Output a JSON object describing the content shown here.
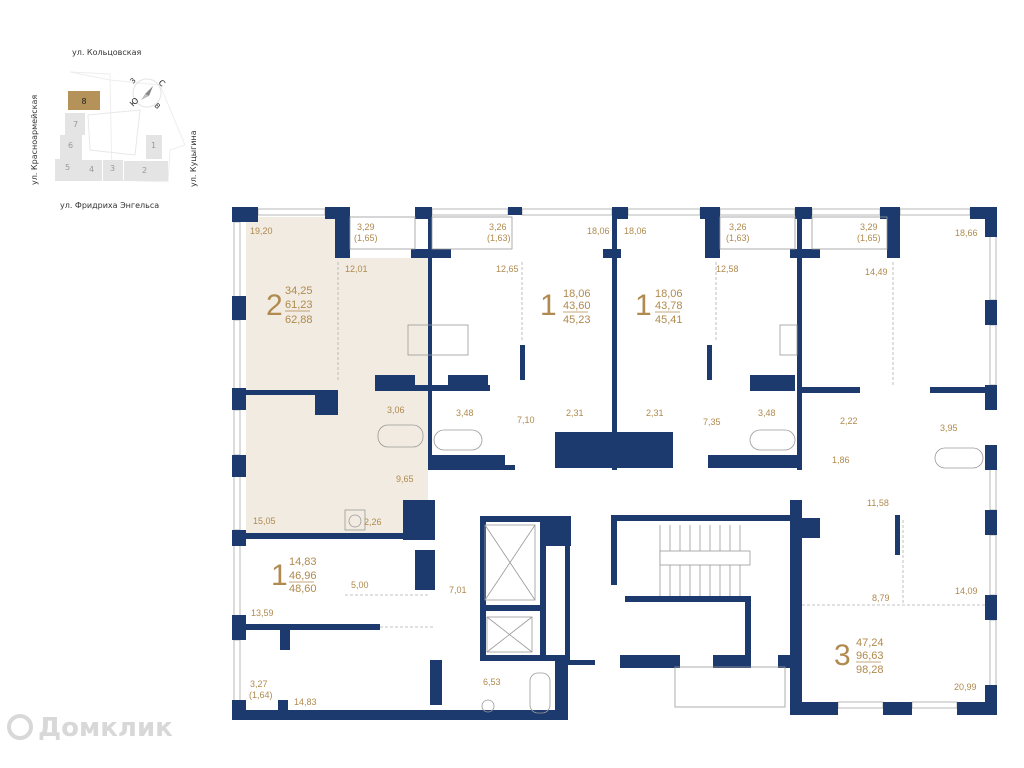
{
  "site_plan": {
    "streets": {
      "north": "ул. Кольцовская",
      "west": "ул. Красноармейская",
      "east": "ул. Куцыгина",
      "south": "ул. Фридриха Энгельса"
    },
    "sections": [
      "1",
      "2",
      "3",
      "4",
      "5",
      "6",
      "7",
      "8"
    ],
    "current_section": "8",
    "compass": {
      "n": "С",
      "e": "В",
      "s": "Ю",
      "w": "З"
    },
    "colors": {
      "current": "#b5925a",
      "other": "#e4e4e4"
    }
  },
  "apartments": [
    {
      "rooms": "2",
      "living": "34,25",
      "total": "61,23",
      "total_with_balcony": "62,88",
      "highlighted": true
    },
    {
      "rooms": "1",
      "living": "18,06",
      "total": "43,60",
      "total_with_balcony": "45,23"
    },
    {
      "rooms": "1",
      "living": "18,06",
      "total": "43,78",
      "total_with_balcony": "45,41"
    },
    {
      "rooms": "1",
      "living": "14,83",
      "total": "46,96",
      "total_with_balcony": "48,60"
    },
    {
      "rooms": "3",
      "living": "47,24",
      "total": "96,63",
      "total_with_balcony": "98,28"
    }
  ],
  "room_labels": {
    "a2": [
      "19,20",
      "3,29",
      "(1,65)",
      "12,01",
      "3,06",
      "9,65",
      "15,05",
      "2,26"
    ],
    "a1": [
      "3,26",
      "(1,63)",
      "12,65",
      "18,06",
      "3,48",
      "7,10",
      "2,31"
    ],
    "a1b": [
      "18,06",
      "3,26",
      "(1,63)",
      "12,58",
      "2,31",
      "7,35",
      "3,48"
    ],
    "a3": [
      "3,29",
      "(1,65)",
      "14,49",
      "18,66",
      "2,22",
      "3,95",
      "1,86",
      "11,58",
      "8,79",
      "14,09",
      "20,99"
    ],
    "a1c": [
      "5,00",
      "7,01",
      "13,59",
      "3,27",
      "(1,64)",
      "14,83",
      "6,53"
    ]
  },
  "colors": {
    "walls": "#1d3a6e",
    "labels": "#b08a4e",
    "highlight": "#f1ebe1"
  },
  "watermark": "Домклик"
}
